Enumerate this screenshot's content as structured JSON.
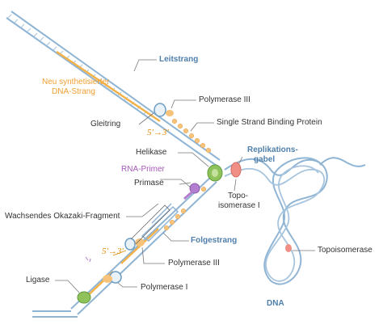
{
  "labels": {
    "leitstrang": "Leitstrang",
    "neu_line1": "Neu synthetisierter",
    "neu_line2": "DNA-Strang",
    "polymerase3_top": "Polymerase III",
    "gleitring": "Gleitring",
    "five_three_top": "5'→3'",
    "ssb": "Single Strand Binding Protein",
    "helikase": "Helikase",
    "replikationsgabel_line1": "Replikations-",
    "replikationsgabel_line2": "gabel",
    "rna_primer": "RNA-Primer",
    "primase": "Primase",
    "topo_line1": "Topo-",
    "topo_line2": "isomerase I",
    "okazaki": "Wachsendes Okazaki-Fragment",
    "folgestrang": "Folgestrang",
    "five_three_bottom": "5'→3'",
    "polymerase3_bottom": "Polymerase III",
    "topoisomerase": "Topoisomerase",
    "ligase": "Ligase",
    "polymerase1": "Polymerase I",
    "dna": "DNA"
  },
  "colors": {
    "strand_blue": "#8fb4d4",
    "new_strand_orange": "#f3b24a",
    "protein_orange": "#f7c37a",
    "helikase_green": "#8fc25a",
    "primer_purple": "#b37ed0",
    "topo_pink": "#ef8f86",
    "label_blue": "#4f7faa"
  }
}
